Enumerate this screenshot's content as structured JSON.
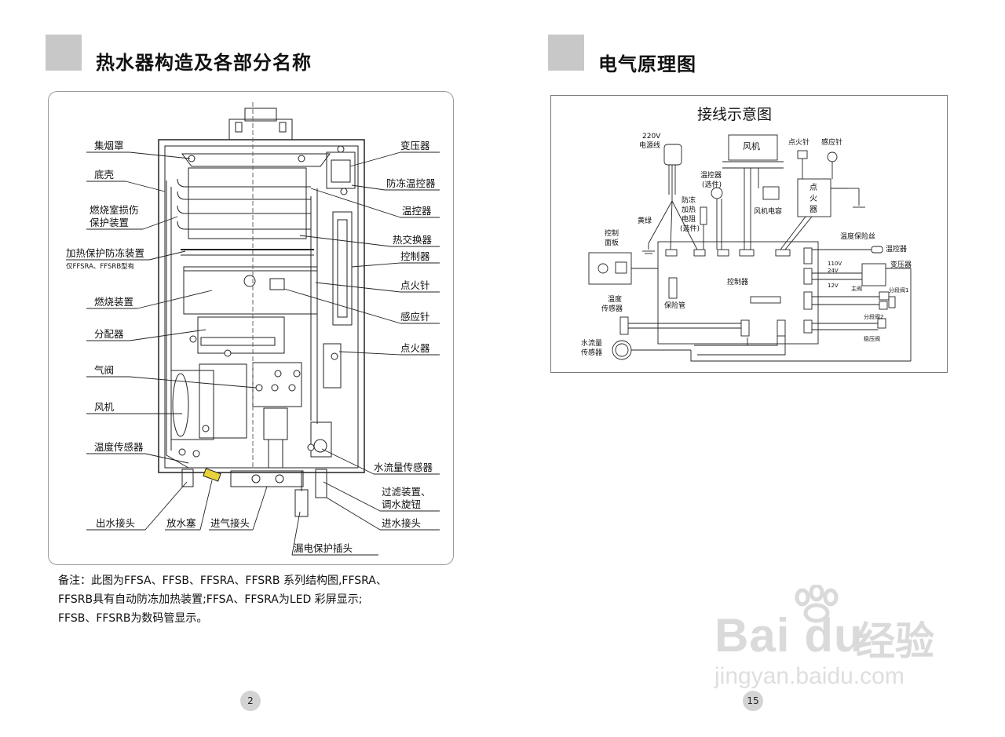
{
  "left_section": {
    "title": "热水器构造及各部分名称",
    "labels_left": [
      "集烟罩",
      "底壳",
      "燃烧室损伤",
      "保护装置",
      "加热保护防冻装置",
      "仅FFSRA、FFSRB型有",
      "燃烧装置",
      "分配器",
      "气阀",
      "风机",
      "温度传感器"
    ],
    "labels_right": [
      "变压器",
      "防冻温控器",
      "温控器",
      "热交换器",
      "控制器",
      "点火针",
      "感应针",
      "点火器",
      "水流量传感器",
      "过滤装置、",
      "调水旋钮",
      "进水接头"
    ],
    "labels_bottom": [
      "出水接头",
      "放水塞",
      "进气接头",
      "漏电保护插头"
    ],
    "note_lines": [
      "备注：此图为FFSA、FFSB、FFSRA、FFSRB 系列结构图,FFSRA、",
      "FFSRB具有自动防冻加热装置;FFSA、FFSRA为LED 彩屏显示;",
      "FFSB、FFSRB为数码管显示。"
    ],
    "page_number": "2"
  },
  "right_section": {
    "title": "电气原理图",
    "diagram_title": "接线示意图",
    "labels": {
      "power_a": "220V",
      "power_b": "电源线",
      "fan": "风机",
      "ignition_needle": "点火针",
      "sense_needle": "感应针",
      "thermostat_a": "温控器",
      "thermostat_b": "(选件)",
      "fan_cap": "风机电容",
      "igniter_1": "点",
      "igniter_2": "火",
      "igniter_3": "器",
      "yellow_green": "黄绿",
      "antifreeze_1": "防冻",
      "antifreeze_2": "加热",
      "antifreeze_3": "电阻",
      "antifreeze_4": "(选件)",
      "panel_a": "控制",
      "panel_b": "面板",
      "fuse_wire": "温度保险丝",
      "thermostat2": "温控器",
      "transformer": "变压器",
      "v110": "110V",
      "v24": "24V",
      "v12": "12V",
      "controller": "控制器",
      "main_valve": "主阀",
      "seg_valve1": "分段阀1",
      "seg_valve2": "分段阀2",
      "stab_valve": "稳压阀",
      "temp_sensor_a": "温度",
      "temp_sensor_b": "传感器",
      "fuse_tube": "保险管",
      "flow_sensor_a": "水流量",
      "flow_sensor_b": "传感器"
    },
    "page_number": "15"
  },
  "watermark": {
    "brand": "Bai",
    "brand2": "du",
    "product": "经验",
    "url": "jingyan.baidu.com"
  }
}
